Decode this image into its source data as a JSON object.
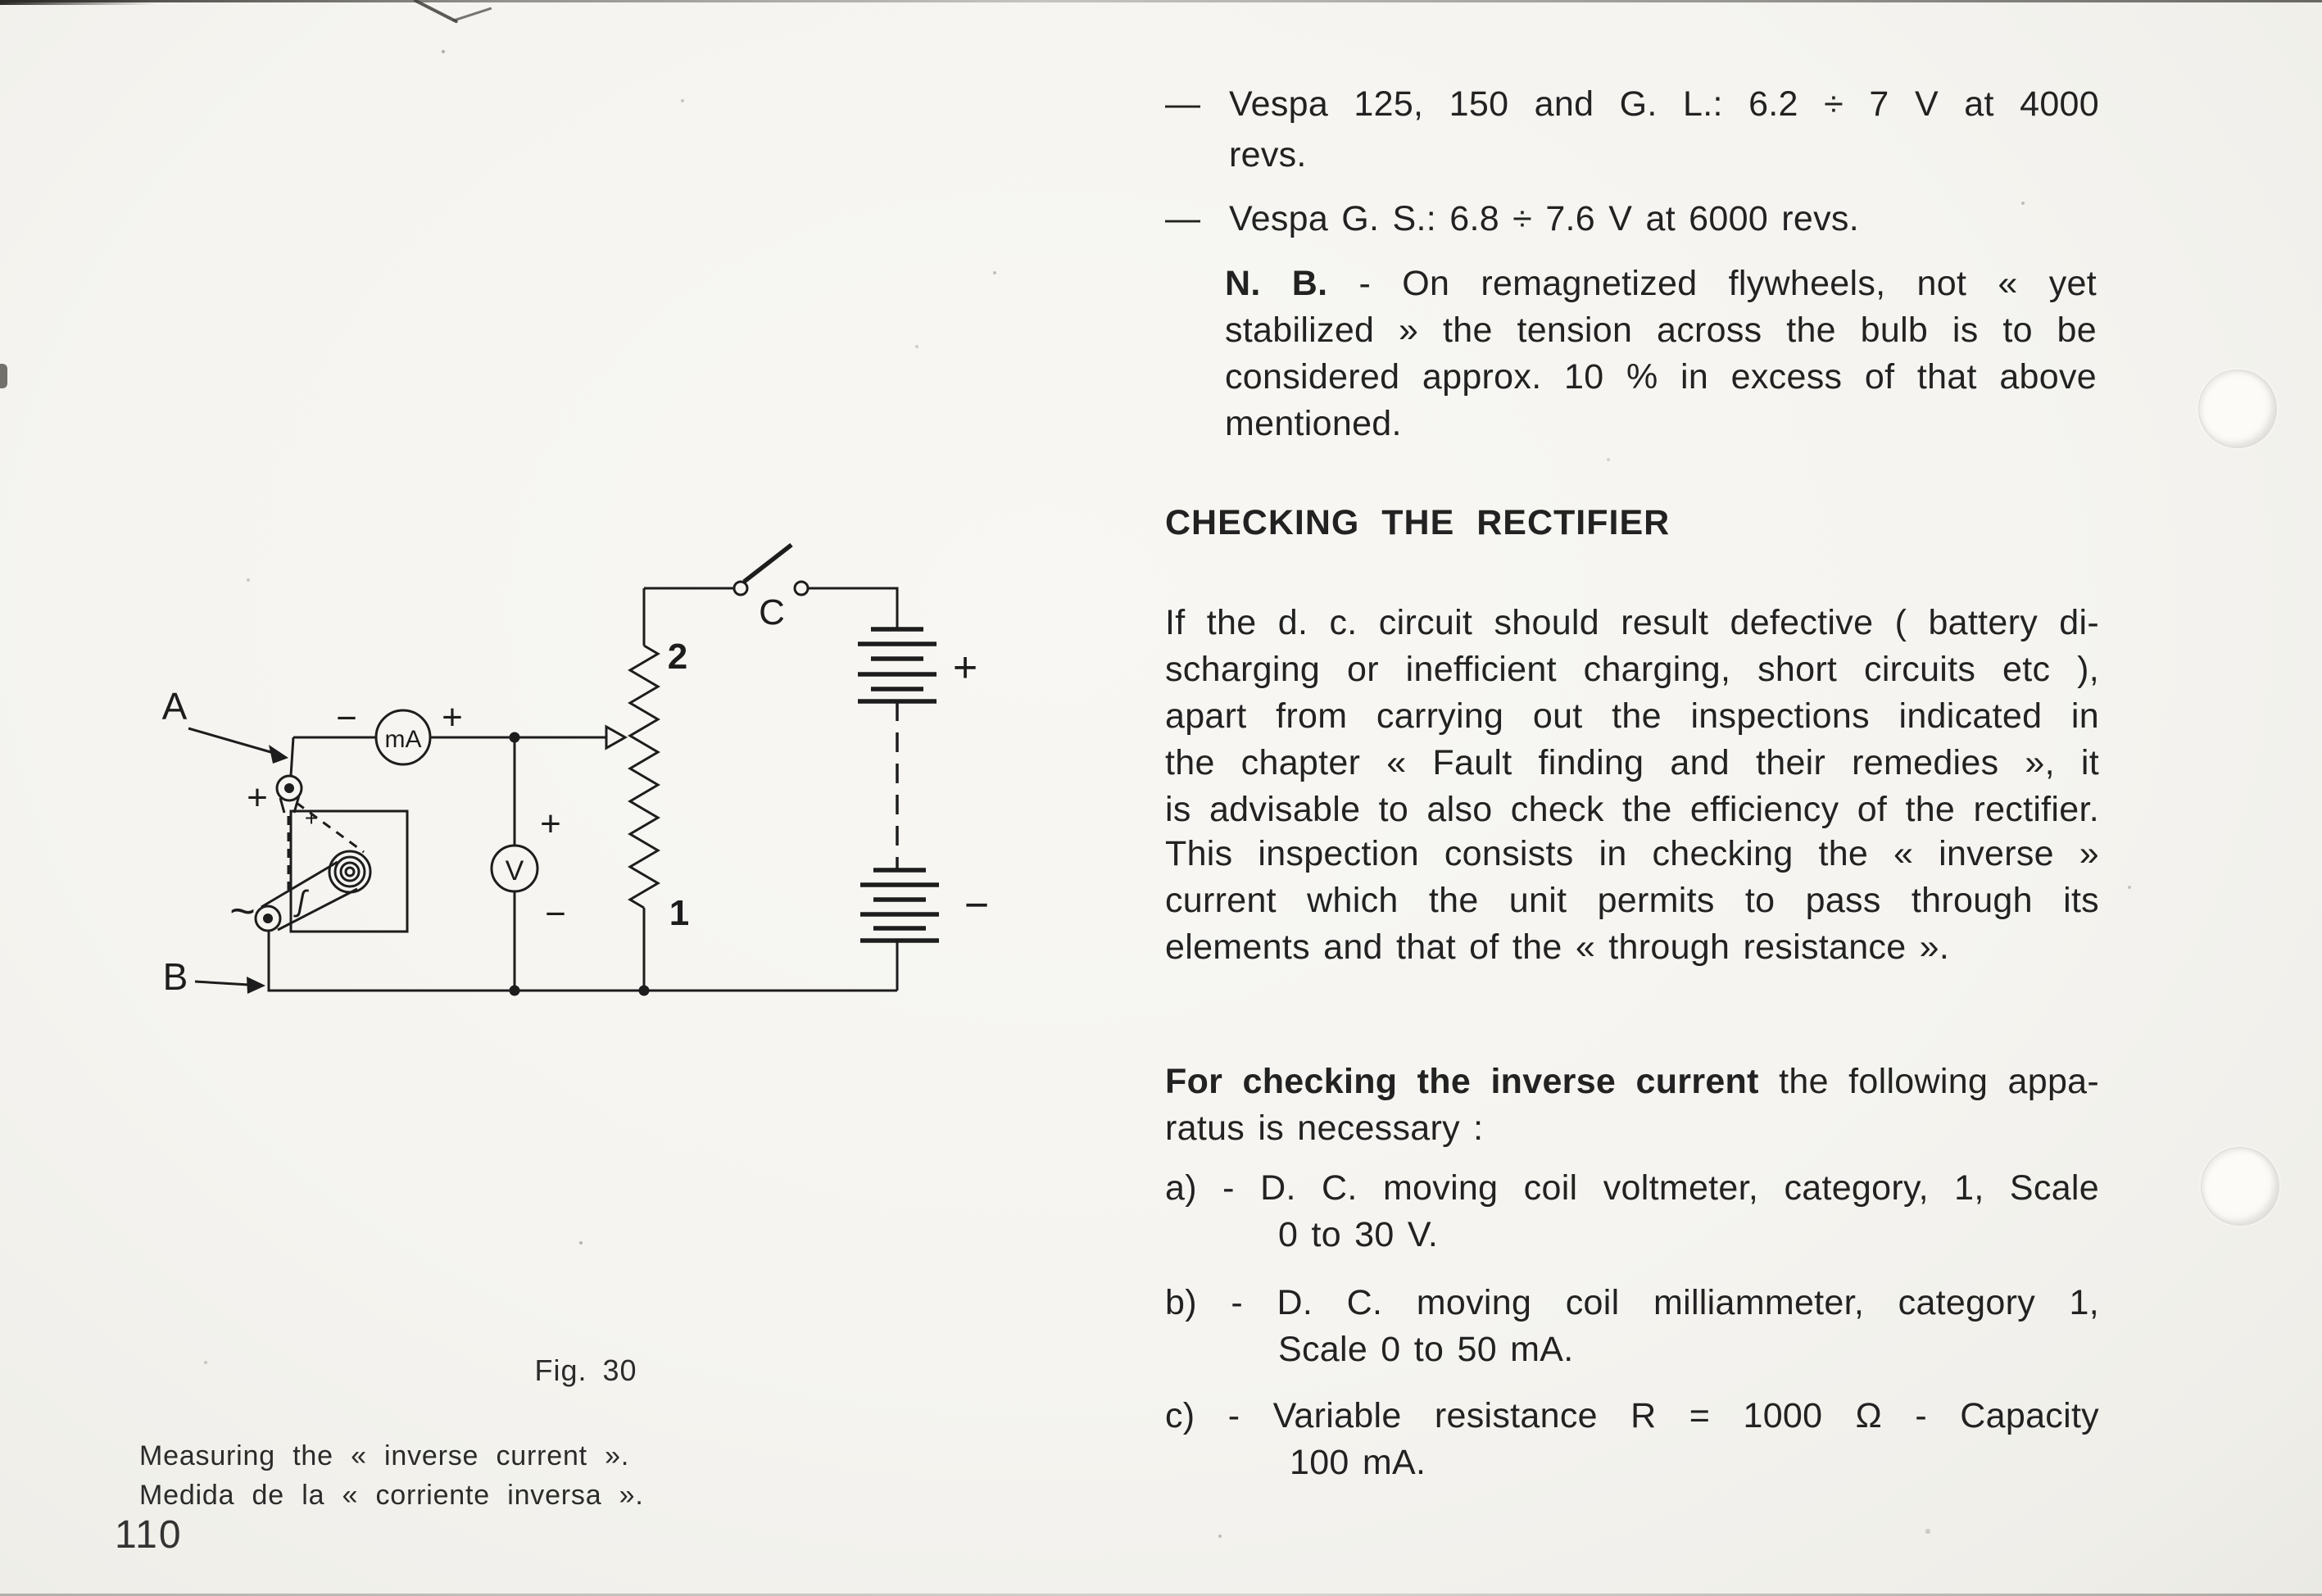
{
  "colors": {
    "paper": "#f6f5f1",
    "ink": "#1e1e1e"
  },
  "page_number": "110",
  "right_column": {
    "bullet1": {
      "dash": "—",
      "line1": "Vespa 125, 150 and G. L.: 6.2 ÷ 7 V at 4000",
      "line2": "revs."
    },
    "bullet2": {
      "dash": "—",
      "line1": "Vespa G. S.: 6.8 ÷ 7.6 V at 6000 revs."
    },
    "nb": {
      "lead": "N. B.",
      "line1_rest": " - On remagnetized flywheels, not « yet",
      "line2": "stabilized » the tension across the bulb is to be",
      "line3": "considered approx. 10 % in excess of that above",
      "line4": "mentioned."
    },
    "heading": "CHECKING THE RECTIFIER",
    "para1": {
      "line1": "If the d. c. circuit should result defective ( battery di-",
      "line2": "scharging or inefficient charging, short circuits etc ),",
      "line3": "apart from carrying out the inspections indicated in",
      "line4": "the chapter « Fault finding and their remedies », it",
      "line5": "is advisable to also check the efficiency of the rectifier."
    },
    "para2": {
      "line1": "This inspection consists in checking the « inverse »",
      "line2": "current which the unit permits to pass through its",
      "line3": "elements and that of the « through resistance »."
    },
    "para3": {
      "lead": "For checking the inverse current",
      "line1_rest": " the following appa-",
      "line2": "ratus is necessary :"
    },
    "item_a": {
      "line1": "a) - D. C. moving coil voltmeter, category, 1, Scale",
      "line2": "0 to 30 V."
    },
    "item_b": {
      "line1": "b) - D. C. moving coil milliammeter, category 1,",
      "line2": "Scale 0 to 50 mA."
    },
    "item_c": {
      "line1": "c) - Variable resistance R  =  1000  Ω  - Capacity",
      "line2": "100 mA."
    }
  },
  "figure": {
    "fig_label": "Fig. 30",
    "caption_en": "Measuring the « inverse current ».",
    "caption_es": "Medida de la « corriente inversa ».",
    "diagram_labels": {
      "point_a": "A",
      "point_b": "B",
      "switch_c": "C",
      "milliammeter": "mA",
      "voltmeter": "V",
      "rheostat_top": "2",
      "rheostat_bottom": "1",
      "ma_minus": "−",
      "ma_plus": "+",
      "v_plus": "+",
      "v_minus": "−",
      "battery_plus": "+",
      "battery_minus": "−",
      "rect_plus": "+",
      "rect_plus_inner": "+",
      "rect_ac": "~",
      "rect_coil": "ʃ"
    }
  }
}
